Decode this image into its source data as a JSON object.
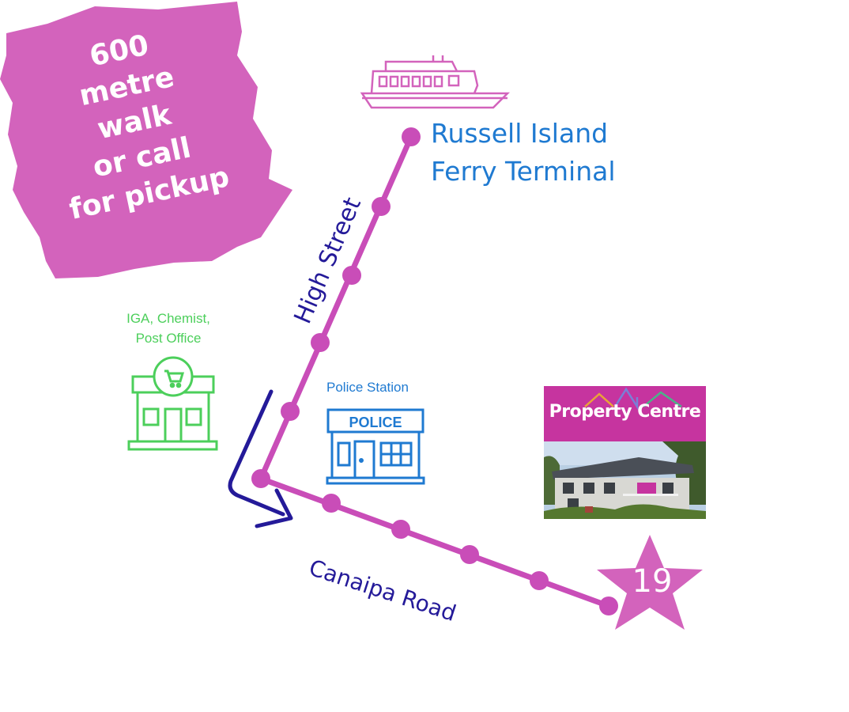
{
  "callout": {
    "lines": [
      "600",
      "metre",
      "walk",
      "or call",
      "for pickup"
    ]
  },
  "ferry": {
    "line1": "Russell Island",
    "line2": "Ferry Terminal",
    "icon": "ferry-icon"
  },
  "streets": {
    "high": "High Street",
    "canaipa": "Canaipa Road"
  },
  "shops": {
    "line1": "IGA, Chemist,",
    "line2": "Post Office",
    "icon": "shop-icon"
  },
  "police": {
    "label": "Police Station",
    "sign": "POLICE",
    "icon": "police-station-icon"
  },
  "property": {
    "title": "Property Centre",
    "number": "19"
  },
  "colors": {
    "route": "#c94db8",
    "ferry_text": "#1f7ad1",
    "street_text": "#241a99",
    "shop_green": "#4ccf5b",
    "callout_bg": "#d363bc"
  }
}
